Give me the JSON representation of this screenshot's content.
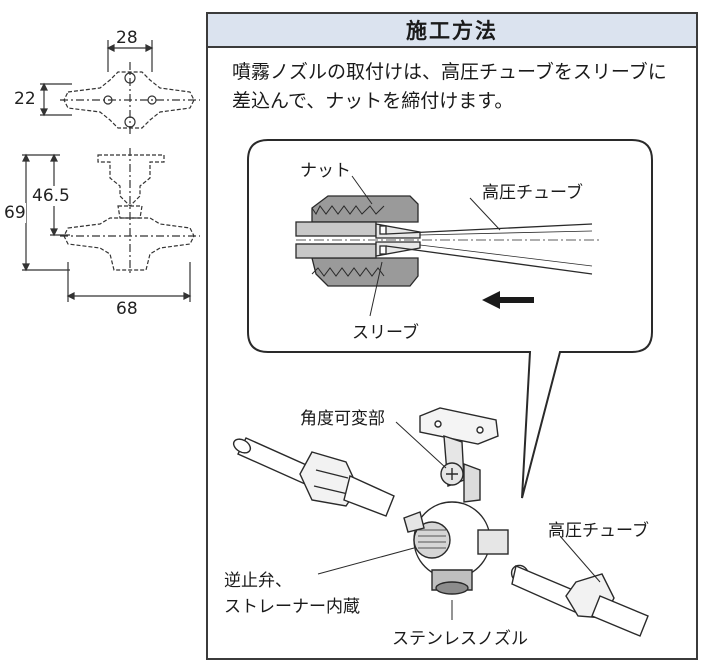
{
  "dimensions": {
    "top_width": "28",
    "top_height": "22",
    "side_upper": "46.5",
    "side_total": "69",
    "side_width": "68"
  },
  "panel": {
    "title": "施工方法",
    "instruction_line1": "噴霧ノズルの取付けは、高圧チューブをスリーブに",
    "instruction_line2": "差込んで、ナットを締付けます。"
  },
  "detail": {
    "nut_label": "ナット",
    "tube_label": "高圧チューブ",
    "sleeve_label": "スリーブ"
  },
  "assembly": {
    "angle_label": "角度可変部",
    "tube_label": "高圧チューブ",
    "check_valve_line1": "逆止弁、",
    "check_valve_line2": "ストレーナー内蔵",
    "nozzle_label": "ステンレスノズル"
  }
}
